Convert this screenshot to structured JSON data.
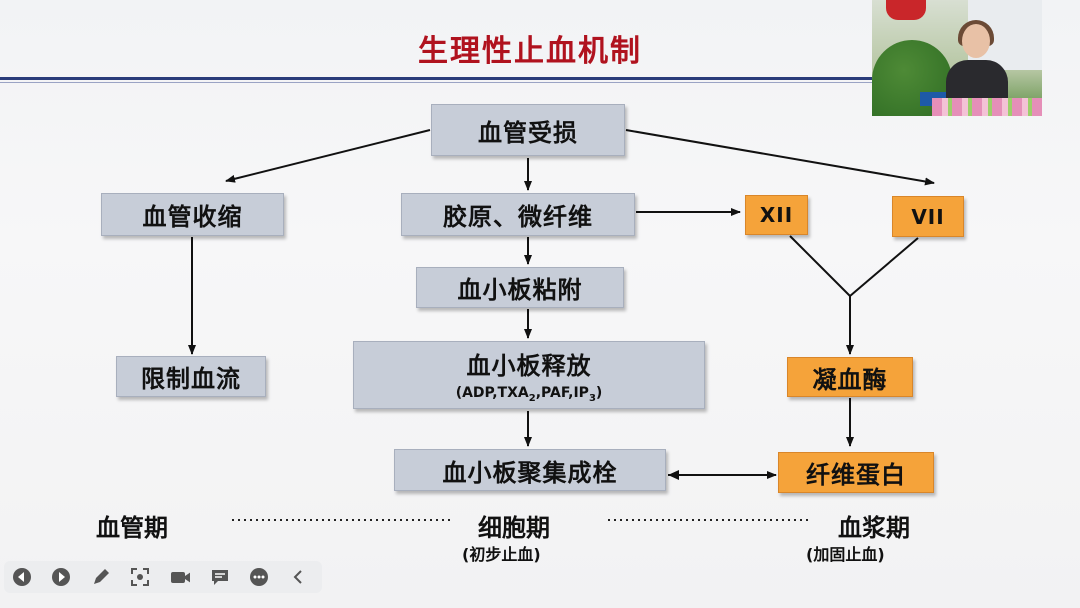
{
  "slide": {
    "title": "生理性止血机制",
    "nodes": {
      "injury": "血管受损",
      "vasoconstriction": "血管收缩",
      "collagen": "胶原、微纤维",
      "factor_xii": "XII",
      "factor_vii": "VII",
      "adhesion": "血小板粘附",
      "limit_flow": "限制血流",
      "release": "血小板释放",
      "release_sub": {
        "prefix": "(ADP,TXA",
        "sub1": "2",
        "mid": ",PAF,IP",
        "sub2": "3",
        "suffix": ")"
      },
      "thrombin": "凝血酶",
      "aggregation": "血小板聚集成栓",
      "fibrin": "纤维蛋白"
    },
    "phases": {
      "vascular": "血管期",
      "cellular": "细胞期",
      "cellular_note": "(初步止血)",
      "plasma": "血浆期",
      "plasma_note": "(加固止血)"
    }
  },
  "colors": {
    "title": "#b0121e",
    "gray_box": "#c7cdd8",
    "orange_box": "#f5a33a",
    "rule": "#2a3b7a"
  },
  "toolbar": {
    "icons": [
      "prev-icon",
      "play-icon",
      "pen-icon",
      "screenshot-icon",
      "camera-icon",
      "chat-icon",
      "more-icon",
      "collapse-icon"
    ]
  }
}
